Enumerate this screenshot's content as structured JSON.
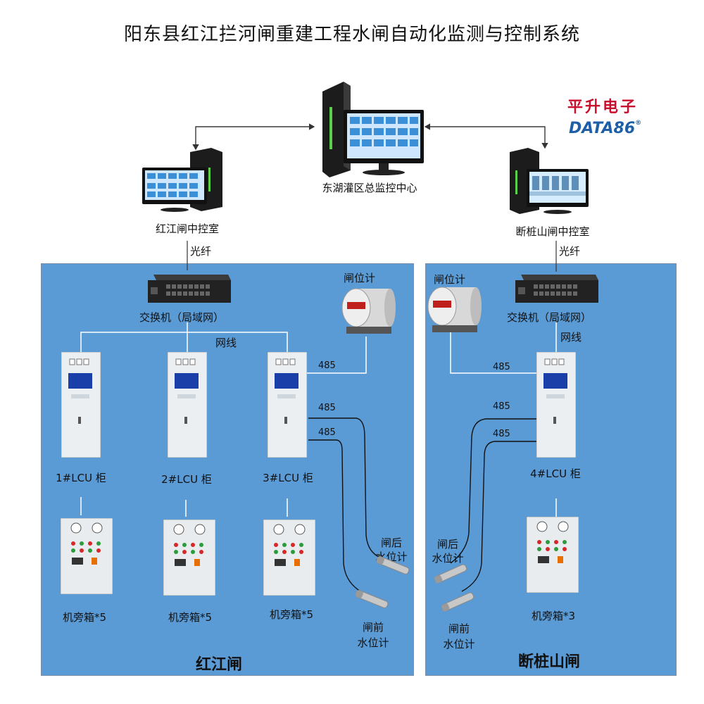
{
  "title": "阳东县红江拦河闸重建工程水闸自动化监测与控制系统",
  "brand": {
    "cn": "平升电子",
    "en": "DATA86",
    "reg": "®"
  },
  "center": {
    "label": "东湖灌区总监控中心"
  },
  "left_room": {
    "label": "红江闸中控室",
    "fiber": "光纤"
  },
  "right_room": {
    "label": "断桩山闸中控室",
    "fiber": "光纤"
  },
  "hongjiang": {
    "name": "红江闸",
    "switch": "交换机（局域网）",
    "net": "网线",
    "gate_meter": "闸位计",
    "lcu": [
      "1#LCU 柜",
      "2#LCU 柜",
      "3#LCU 柜"
    ],
    "boxes": [
      "机旁箱*5",
      "机旁箱*5",
      "机旁箱*5"
    ],
    "rs485": [
      "485",
      "485",
      "485"
    ],
    "rear_level": [
      "闸后",
      "水位计"
    ],
    "front_level": [
      "闸前",
      "水位计"
    ]
  },
  "duanzhuang": {
    "name": "断桩山闸",
    "switch": "交换机（局域网）",
    "net": "网线",
    "gate_meter": "闸位计",
    "lcu": "4#LCU 柜",
    "box": "机旁箱*3",
    "rs485": [
      "485",
      "485",
      "485"
    ],
    "rear_level": [
      "闸后",
      "水位计"
    ],
    "front_level": [
      "闸前",
      "水位计"
    ]
  }
}
